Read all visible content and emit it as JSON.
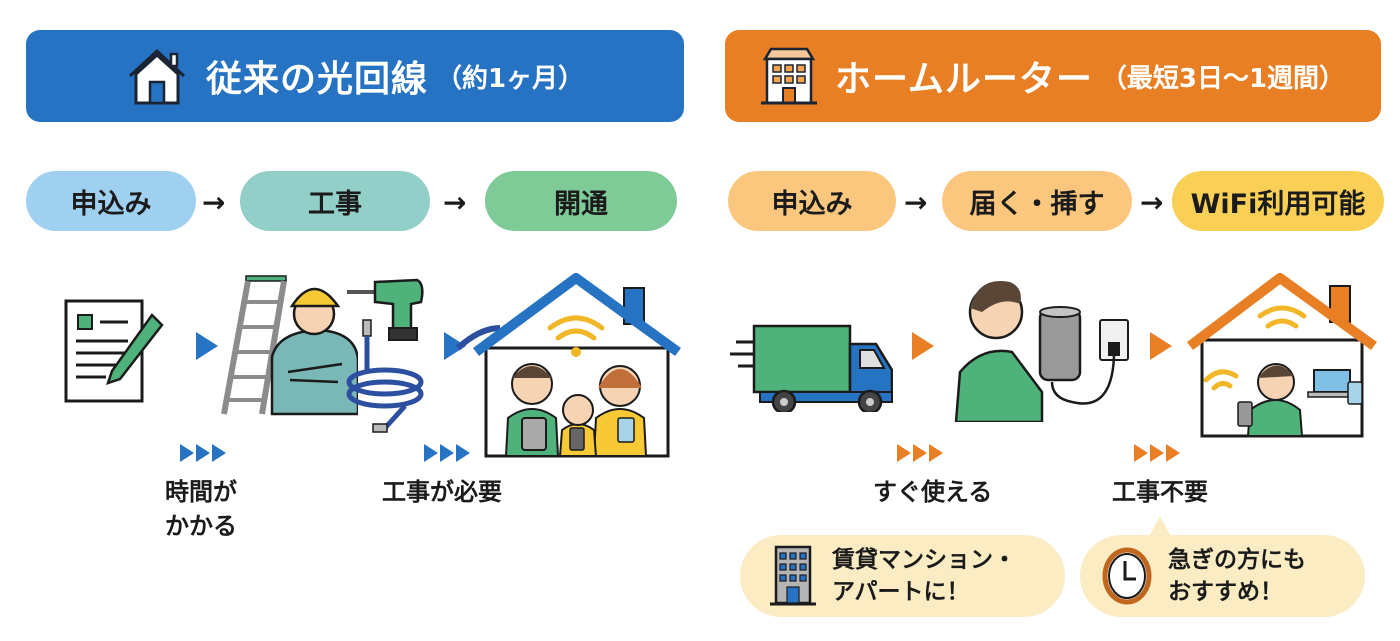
{
  "left_panel": {
    "header": {
      "icon": "house-icon",
      "title": "従来の光回線",
      "subtitle": "（約1ヶ月）",
      "color": "#2673c3"
    },
    "steps": [
      {
        "label": "申込み",
        "color": "#9fd0f0"
      },
      {
        "label": "工事",
        "color": "#91cfc8"
      },
      {
        "label": "開通",
        "color": "#7fcb98"
      }
    ],
    "step_arrow": "→",
    "illustrations": [
      "application-form-icon",
      "worker-with-ladder-icon",
      "drill-and-cable-icon",
      "family-house-wifi-icon"
    ],
    "notes": [
      {
        "lines": [
          "時間が",
          "かかる"
        ]
      },
      {
        "lines": [
          "工事が必要"
        ]
      }
    ]
  },
  "right_panel": {
    "header": {
      "icon": "building-icon",
      "title": "ホームルーター",
      "subtitle": "（最短3日〜1週間）",
      "color": "#e97f24"
    },
    "steps": [
      {
        "label": "申込み",
        "color": "#fbc77e"
      },
      {
        "label": "届く・挿す",
        "color": "#fbc77e"
      },
      {
        "label": "WiFi利用可能",
        "color": "#f9cf55"
      }
    ],
    "step_arrow": "→",
    "illustrations": [
      "delivery-truck-icon",
      "person-plugging-router-icon",
      "house-wifi-devices-icon"
    ],
    "notes": [
      {
        "lines": [
          "すぐ使える"
        ]
      },
      {
        "lines": [
          "工事不要"
        ]
      }
    ],
    "callouts": [
      {
        "icon": "apartment-building-icon",
        "lines": [
          "賃貸マンション・",
          "アパートに！"
        ]
      },
      {
        "icon": "clock-icon",
        "lines": [
          "急ぎの方にも",
          "おすすめ！"
        ]
      }
    ]
  }
}
